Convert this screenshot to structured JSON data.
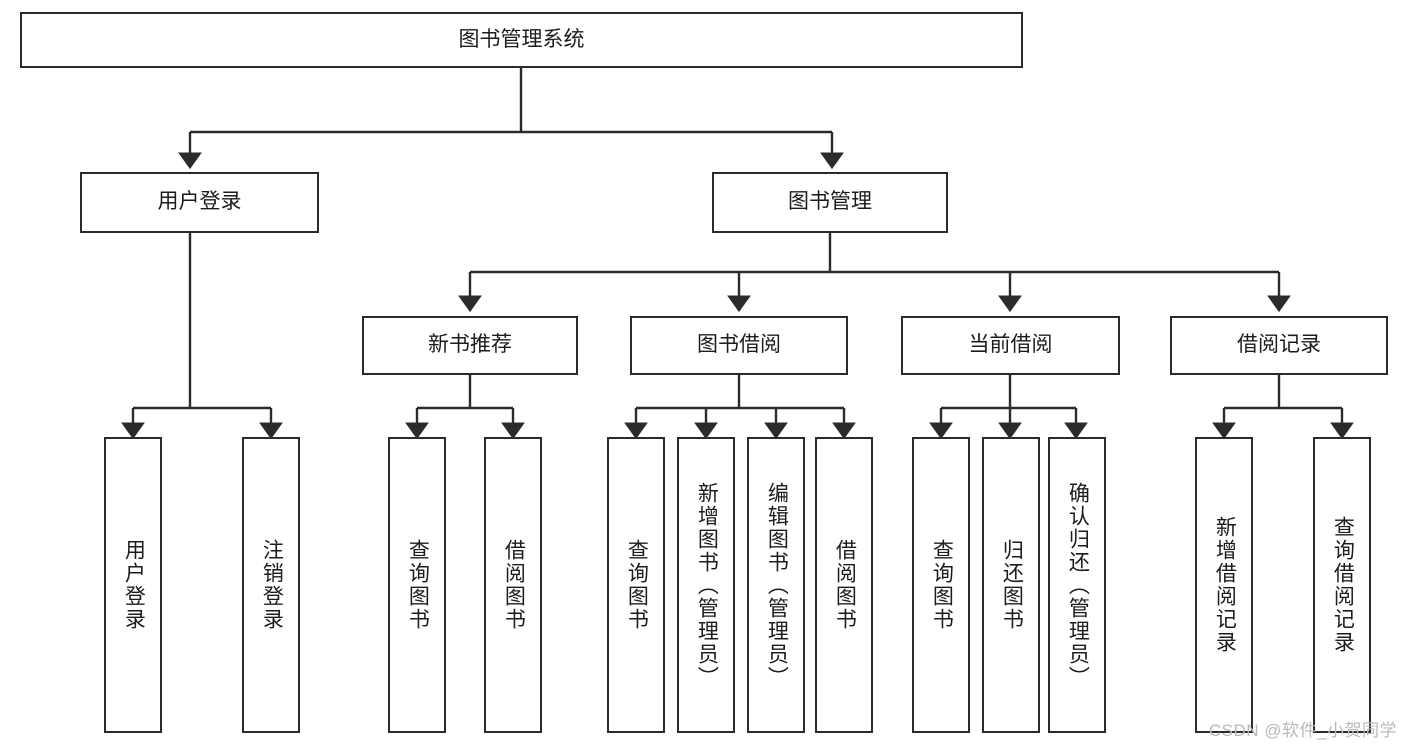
{
  "diagram": {
    "title": "图书管理系统",
    "watermark": "CSDN @软件_小贺同学",
    "nodes": {
      "root": "图书管理系统",
      "user_login": "用户登录",
      "book_manage": "图书管理",
      "new_book_rec": "新书推荐",
      "book_borrow": "图书借阅",
      "current_borrow": "当前借阅",
      "borrow_record": "借阅记录",
      "leaf_user_login": "用户登录",
      "leaf_logout": "注销登录",
      "leaf_query_book_1": "查询图书",
      "leaf_borrow_book_1": "借阅图书",
      "leaf_query_book_2": "查询图书",
      "leaf_add_book_admin": "新增图书（管理员）",
      "leaf_edit_book_admin": "编辑图书（管理员）",
      "leaf_borrow_book_2": "借阅图书",
      "leaf_query_book_3": "查询图书",
      "leaf_return_book": "归还图书",
      "leaf_confirm_return_admin": "确认归还（管理员）",
      "leaf_add_borrow_record": "新增借阅记录",
      "leaf_query_borrow_record": "查询借阅记录"
    },
    "colors": {
      "border": "#2b2b2b",
      "background": "#ffffff",
      "text": "#1c1c1c",
      "watermark": "#b9b9b9"
    }
  }
}
